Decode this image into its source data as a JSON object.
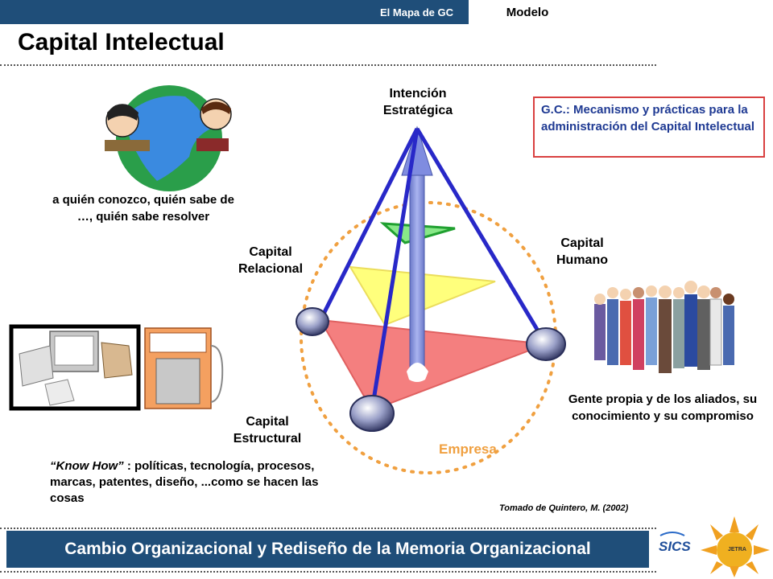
{
  "header": {
    "section_tab": "El Mapa de GC",
    "section_tab2": "Modelo",
    "title": "Capital Intelectual"
  },
  "diagram": {
    "top_label": "Intención Estratégica",
    "relacional_label": "Capital Relacional",
    "humano_label": "Capital Humano",
    "estructural_label": "Capital Estructural",
    "empresa_label": "Empresa"
  },
  "texts": {
    "relational_desc": "a quién conozco, quién sabe de …, quién sabe resolver",
    "human_desc": "Gente propia y de los aliados, su conocimiento y su compromiso",
    "know_how_title": "“Know How”",
    "know_how_desc": " : políticas, tecnología, procesos, marcas, patentes, diseño, ...como se hacen las cosas",
    "definition_box": "G.C.: Mecanismo y prácticas para la administración del Capital Intelectual",
    "citation": "Tomado de Quintero, M. (2002)"
  },
  "footer": {
    "text": "Cambio Organizacional y Rediseño de la Memoria Organizacional",
    "logo1": "SICS",
    "logo2": "JETRA"
  },
  "colors": {
    "brand_blue": "#1f4e79",
    "accent_red": "#d94040",
    "empresa_orange": "#f0a040"
  }
}
